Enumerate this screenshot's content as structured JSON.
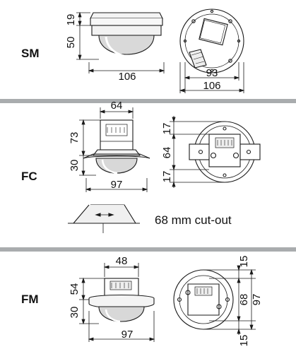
{
  "sections": {
    "sm": {
      "label": "SM",
      "dims": {
        "top_height": "19",
        "dome_height": "50",
        "width": "106",
        "base_inner": "93",
        "base_outer": "106"
      }
    },
    "fc": {
      "label": "FC",
      "dims": {
        "top_width": "64",
        "body_height": "73",
        "dome_height": "30",
        "flange_width": "97",
        "v_top": "17",
        "v_mid": "64",
        "v_bot": "17"
      },
      "cutout": "68 mm cut-out"
    },
    "fm": {
      "label": "FM",
      "dims": {
        "top_width": "48",
        "body_height": "54",
        "dome_height": "30",
        "flange_width": "97",
        "v_top": "15",
        "v_mid": "68",
        "v_outer": "97",
        "v_bot": "15"
      }
    }
  },
  "colors": {
    "divider": "#a9acae",
    "line": "#1a1a1a"
  }
}
